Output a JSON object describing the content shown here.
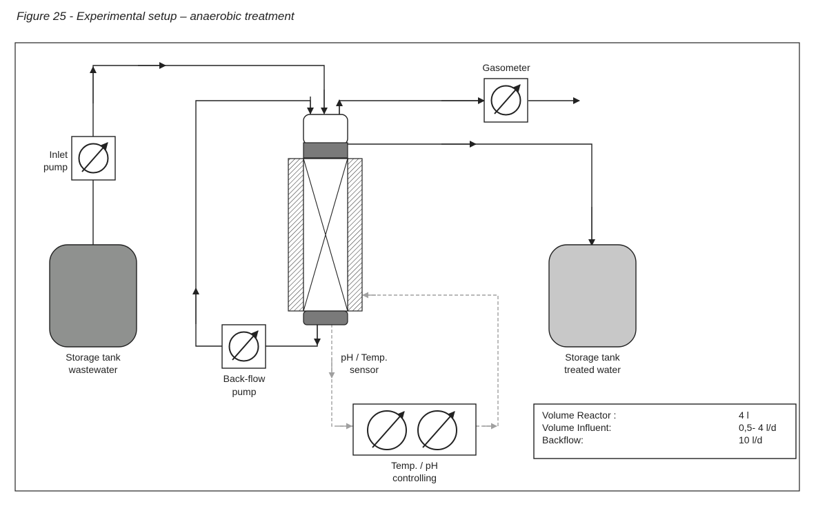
{
  "caption": "Figure 25 - Experimental setup – anaerobic treatment",
  "labels": {
    "gasometer": "Gasometer",
    "inlet_pump": [
      "Inlet",
      "pump"
    ],
    "backflow_pump": [
      "Back-flow",
      "pump"
    ],
    "storage_wastewater": [
      "Storage tank",
      "wastewater"
    ],
    "storage_treated": [
      "Storage tank",
      "treated water"
    ],
    "sensor": [
      "pH / Temp.",
      "sensor"
    ],
    "controlling": [
      "Temp. / pH",
      "controlling"
    ]
  },
  "parameters": [
    {
      "name": "Volume Reactor :",
      "value": "4 l"
    },
    {
      "name": "Volume Influent:",
      "value": "0,5- 4 l/d"
    },
    {
      "name": "Backflow:",
      "value": "10 l/d"
    }
  ],
  "colors": {
    "wastewater_tank": "#8f918f",
    "treated_tank": "#c8c8c8",
    "reactor_band": "#7a7a7a",
    "control_line": "#a0a0a0"
  }
}
